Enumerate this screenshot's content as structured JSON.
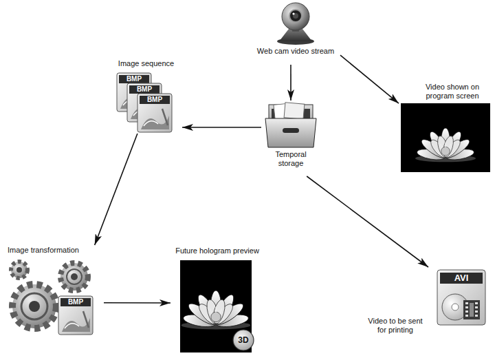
{
  "diagram": {
    "nodes": [
      {
        "text": [
          "Web cam video stream"
        ]
      },
      {
        "text": [
          "Image sequence"
        ]
      },
      {
        "text": [
          "Video shown on program screen"
        ]
      },
      {
        "text": [
          "Temporal storage"
        ]
      },
      {
        "text": [
          "Image transformation"
        ]
      },
      {
        "text": [
          "Future hologram preview"
        ]
      },
      {
        "text": [
          "Video to be sent for printing"
        ]
      }
    ],
    "edges": [
      {
        "from": 0,
        "to": 3,
        "arrow": "to"
      },
      {
        "from": 0,
        "to": 2,
        "arrow": "to"
      },
      {
        "from": 3,
        "to": 1,
        "arrow": "to"
      },
      {
        "from": 1,
        "to": 4,
        "arrow": "to"
      },
      {
        "from": 4,
        "to": 5,
        "arrow": "to"
      },
      {
        "from": 3,
        "to": 6,
        "arrow": "to"
      }
    ],
    "labels": [
      "BMP",
      "BMP",
      "BMP",
      "BMP",
      "3D",
      "AVI"
    ]
  }
}
